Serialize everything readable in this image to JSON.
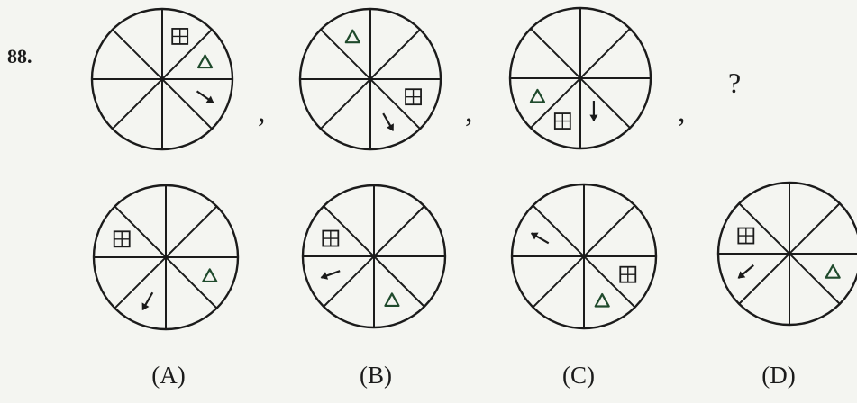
{
  "question": {
    "number": "88.",
    "separator": ",",
    "unknown": "?"
  },
  "options": [
    {
      "label": "(A)"
    },
    {
      "label": "(B)"
    },
    {
      "label": "(C)"
    },
    {
      "label": "(D)"
    }
  ],
  "symbols": {
    "grid": "grid-square-icon",
    "triangle": "triangle-icon",
    "arrow": "arrow-icon"
  },
  "colors": {
    "line": "#1b1b1b",
    "triangle": "#1f4a2c",
    "background": "#f4f5f1"
  }
}
